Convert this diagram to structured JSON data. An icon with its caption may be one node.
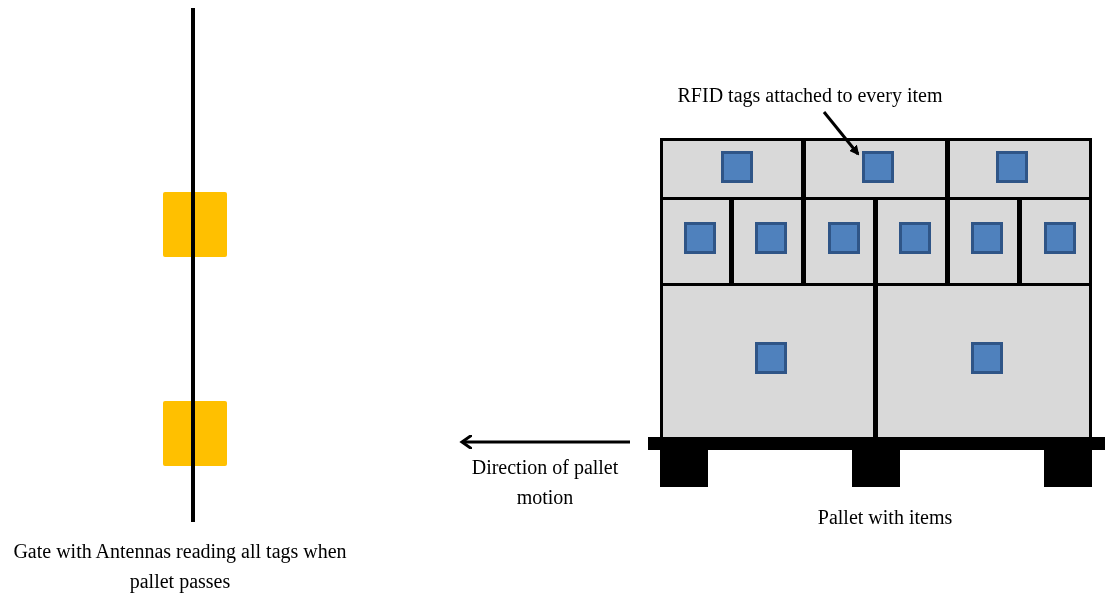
{
  "diagram": {
    "nodes": [
      {
        "text": [
          "RFID tags attached to every item"
        ]
      },
      {
        "text": [],
        "shape": "box"
      }
    ],
    "edges": [
      {
        "from": 0,
        "to": 1,
        "arrow": "to"
      }
    ],
    "labels": [
      "Direction of pallet motion",
      "Pallet with items",
      "Gate with Antennas reading all tags when pallet passes"
    ]
  }
}
